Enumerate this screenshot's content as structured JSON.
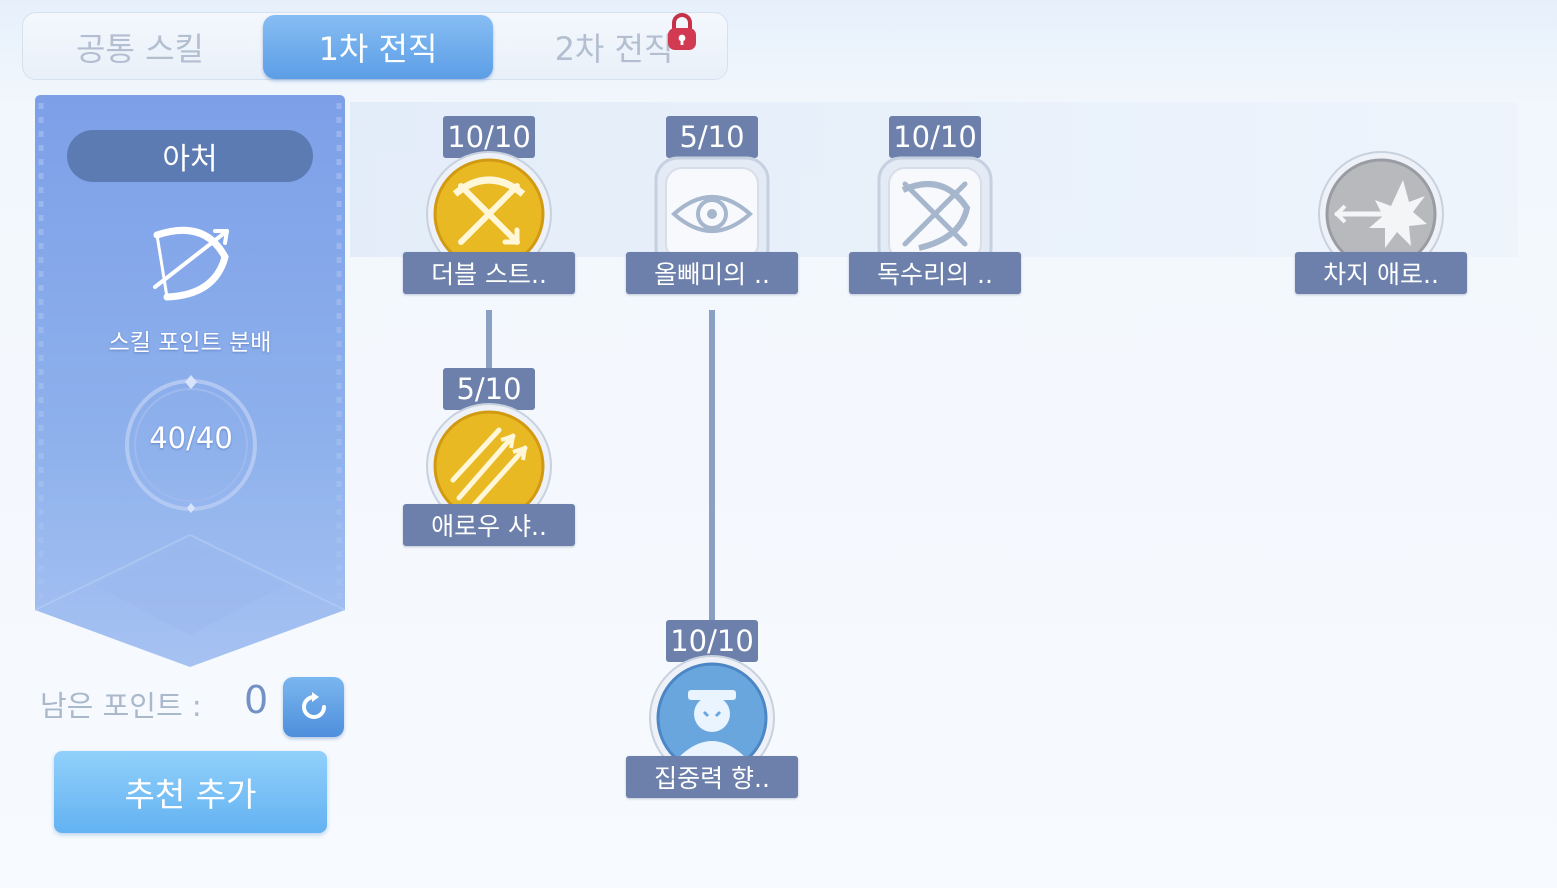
{
  "tabs": [
    {
      "label": "공통 스킬"
    },
    {
      "label": "1차 전직"
    },
    {
      "label": "2차 전직"
    }
  ],
  "panel": {
    "job_name": "아처",
    "skill_points_label": "스킬 포인트 분배",
    "skill_points_value": "40/40",
    "remaining_label": "남은 포인트 :",
    "remaining_value": "0",
    "recommend_button": "추천 추가"
  },
  "skills": [
    {
      "level": "10/10",
      "name": "더블 스트..",
      "icon": "bow-crossed-icon",
      "style": "gold"
    },
    {
      "level": "5/10",
      "name": "애로우 샤..",
      "icon": "arrow-shower-icon",
      "style": "gold"
    },
    {
      "level": "5/10",
      "name": "올빼미의 ..",
      "icon": "eye-icon",
      "style": "silver"
    },
    {
      "level": "10/10",
      "name": "집중력 향..",
      "icon": "focus-archer-icon",
      "style": "blue"
    },
    {
      "level": "10/10",
      "name": "독수리의 ..",
      "icon": "bow-crossed-icon",
      "style": "silver"
    },
    {
      "level": "",
      "name": "차지 애로..",
      "icon": "charge-arrow-icon",
      "style": "grey"
    }
  ],
  "colors": {
    "accent": "#5c9ee6",
    "label_bg": "#6c80ab",
    "gold": "#e8b923",
    "panel": "#7ea0e6"
  }
}
